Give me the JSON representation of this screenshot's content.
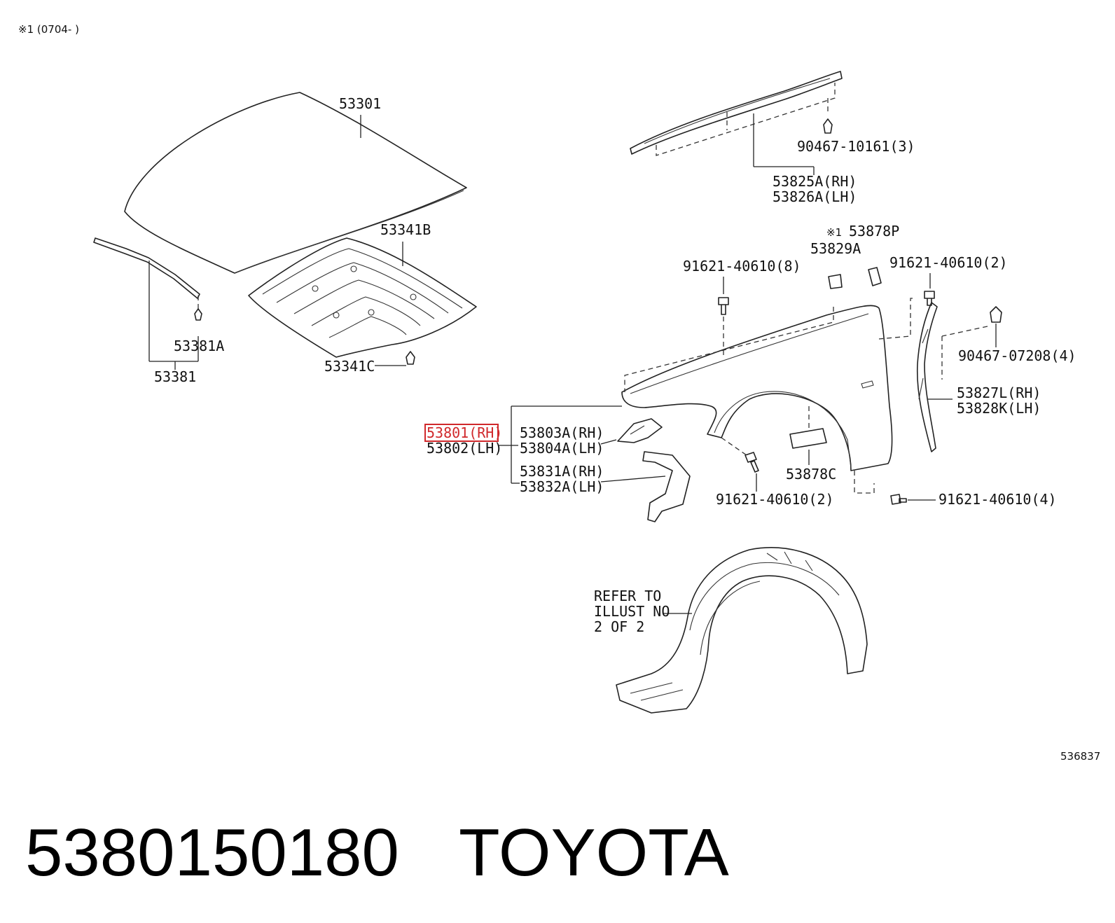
{
  "header_note": "※1 (0704-      )",
  "accent_color": "#d0282b",
  "callouts": {
    "hood": "53301",
    "insulator": "53341B",
    "insulator_clip": "53341C",
    "seal": "53381",
    "seal_clip": "53381A",
    "cowl_bolt": "90467-10161(3)",
    "cowl_rh": "53825A(RH)",
    "cowl_lh": "53826A(LH)",
    "fender_note": "※1",
    "fender_pad": "53878P",
    "fender_seal": "53829A",
    "bolt_top": "91621-40610(8)",
    "bolt_right_top": "91621-40610(2)",
    "clip_right": "90467-07208(4)",
    "liner_rh": "53827L(RH)",
    "liner_lh": "53828K(LH)",
    "fender_rh": "53801(RH)",
    "fender_lh": "53802(LH)",
    "bracket_rh": "53803A(RH)",
    "bracket_lh": "53804A(LH)",
    "support_rh": "53831A(RH)",
    "support_lh": "53832A(LH)",
    "spacer": "53878C",
    "bolt_mid": "91621-40610(2)",
    "bolt_bottom": "91621-40610(4)"
  },
  "refer": {
    "line1": "REFER TO",
    "line2": "ILLUST NO",
    "line3": "2 OF 2"
  },
  "illustration_id": "536837",
  "footer": {
    "part_number": "5380150180",
    "brand": "TOYOTA"
  }
}
